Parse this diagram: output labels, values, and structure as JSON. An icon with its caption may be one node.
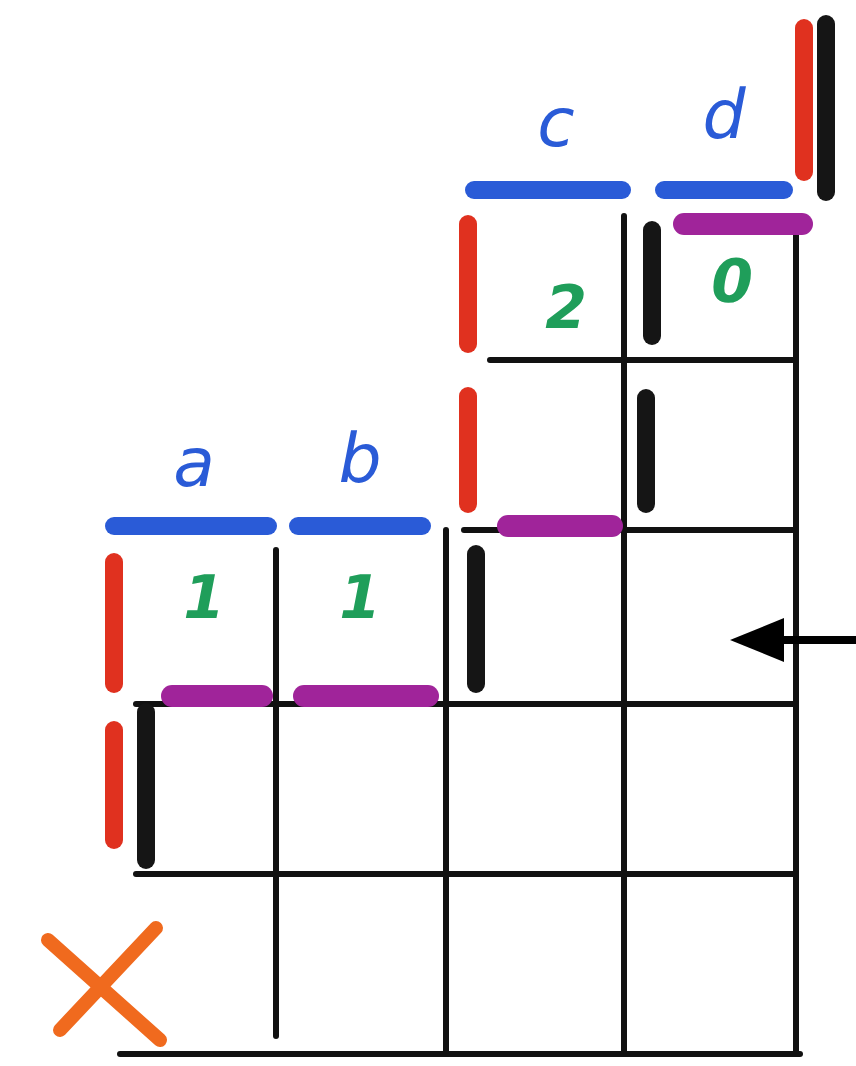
{
  "diagram": {
    "labels": [
      "c",
      "d",
      "0",
      "2",
      "a",
      "b",
      "1",
      "1"
    ]
  }
}
